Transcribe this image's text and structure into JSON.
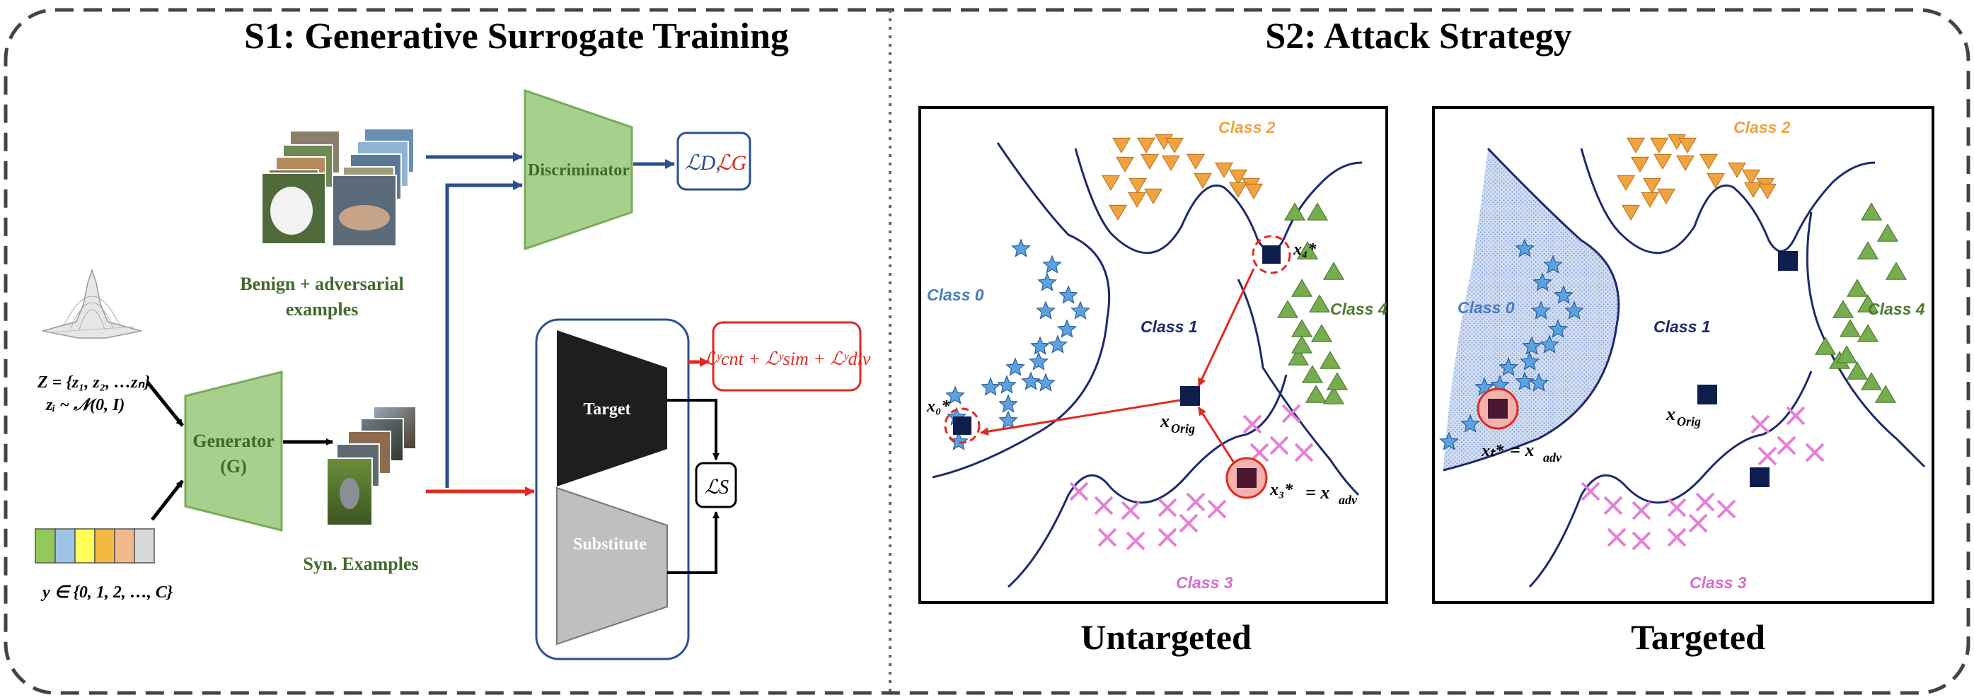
{
  "s1": {
    "title": "S1: Generative Surrogate Training",
    "z_line1": "Z = {z₁, z₂, …zₙ}",
    "z_line2": "zᵢ ~ 𝒩(0, I)",
    "y_label": "y ∈ {0, 1, 2, …, C}",
    "generator_line1": "Generator",
    "generator_line2": "(G)",
    "benign_line1": "Benign + adversarial",
    "benign_line2": "examples",
    "syn_label": "Syn. Examples",
    "discriminator_label": "Discriminator",
    "loss_d": "ℒD,",
    "loss_g": "ℒG",
    "target_label": "Target",
    "substitute_label": "Substitute",
    "loss_s": "ℒS",
    "loss_cnt": "ℒʸcnt + ℒʸsim + ℒʸdiv",
    "label_colors": [
      "#92c95a",
      "#9dc3e6",
      "#ffff59",
      "#f5b841",
      "#f0b98c",
      "#d8d8d8"
    ]
  },
  "s2": {
    "title": "S2: Attack Strategy",
    "untargeted": {
      "caption": "Untargeted",
      "class0": "Class 0",
      "class1": "Class 1",
      "class2": "Class 2",
      "class3": "Class 3",
      "class4": "Class 4",
      "x0": "x₀*",
      "x4": "x₄*",
      "x3": "x₃*",
      "x3_eq": "= x",
      "x3_sub": "adv",
      "x_orig": "x",
      "x_orig_sub": "Orig"
    },
    "targeted": {
      "caption": "Targeted",
      "class0": "Class 0",
      "class1": "Class 1",
      "class2": "Class 2",
      "class3": "Class 3",
      "class4": "Class 4",
      "xt": "xₜ*",
      "xt_eq": "= x",
      "xt_sub": "adv",
      "x_orig": "x",
      "x_orig_sub": "Orig"
    }
  },
  "colors": {
    "star": "#5ba3e0",
    "triangle_orange": "#f0a340",
    "triangle_green": "#76ad4f",
    "cross": "#e580d6",
    "square": "#0e1f4d",
    "class0": "#4a7cbf",
    "class1": "#1f2a6b",
    "class2": "#f0a340",
    "class3": "#d56cd0",
    "class4": "#4f7a2e",
    "red": "#e02a1f",
    "blue_arrow": "#2c4f8f"
  }
}
